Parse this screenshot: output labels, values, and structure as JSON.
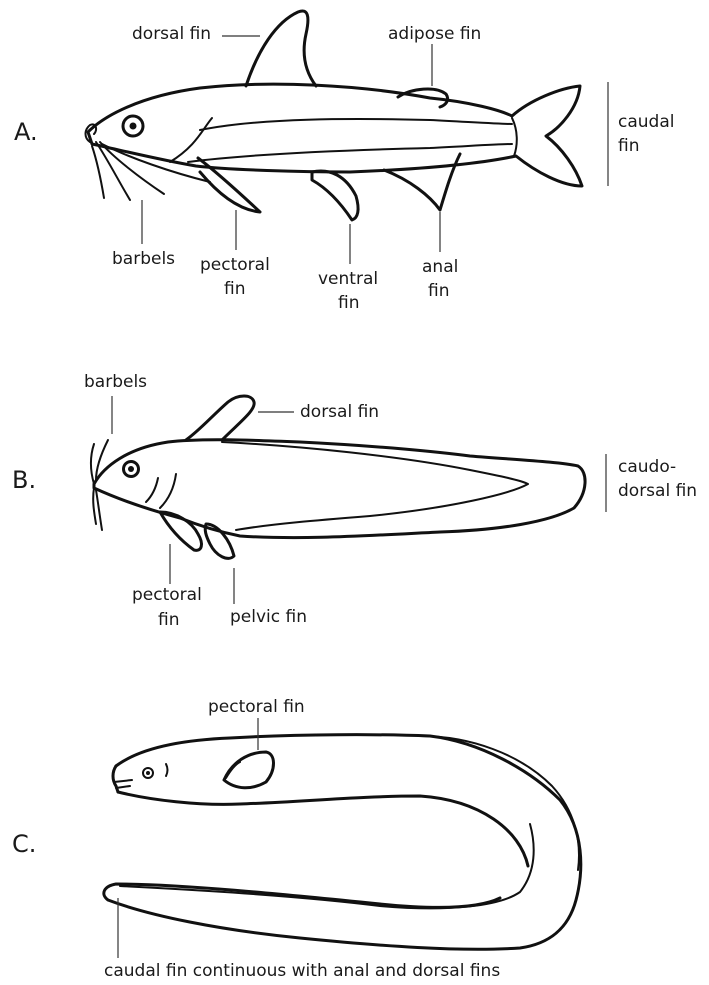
{
  "panels": [
    {
      "letter": "A.",
      "labels": {
        "dorsal_fin": "dorsal fin",
        "adipose_fin": "adipose fin",
        "caudal_fin_1": "caudal",
        "caudal_fin_2": "fin",
        "barbels": "barbels",
        "pectoral_fin_1": "pectoral",
        "pectoral_fin_2": "fin",
        "ventral_fin_1": "ventral",
        "ventral_fin_2": "fin",
        "anal_fin_1": "anal",
        "anal_fin_2": "fin"
      }
    },
    {
      "letter": "B.",
      "labels": {
        "barbels": "barbels",
        "dorsal_fin": "dorsal fin",
        "caudodorsal_fin_1": "caudo-",
        "caudodorsal_fin_2": "dorsal fin",
        "pectoral_fin_1": "pectoral",
        "pectoral_fin_2": "fin",
        "pelvic_fin": "pelvic fin"
      }
    },
    {
      "letter": "C.",
      "labels": {
        "pectoral_fin": "pectoral fin",
        "caudal_fin_continuous": "caudal fin continuous with anal and dorsal fins"
      }
    }
  ]
}
